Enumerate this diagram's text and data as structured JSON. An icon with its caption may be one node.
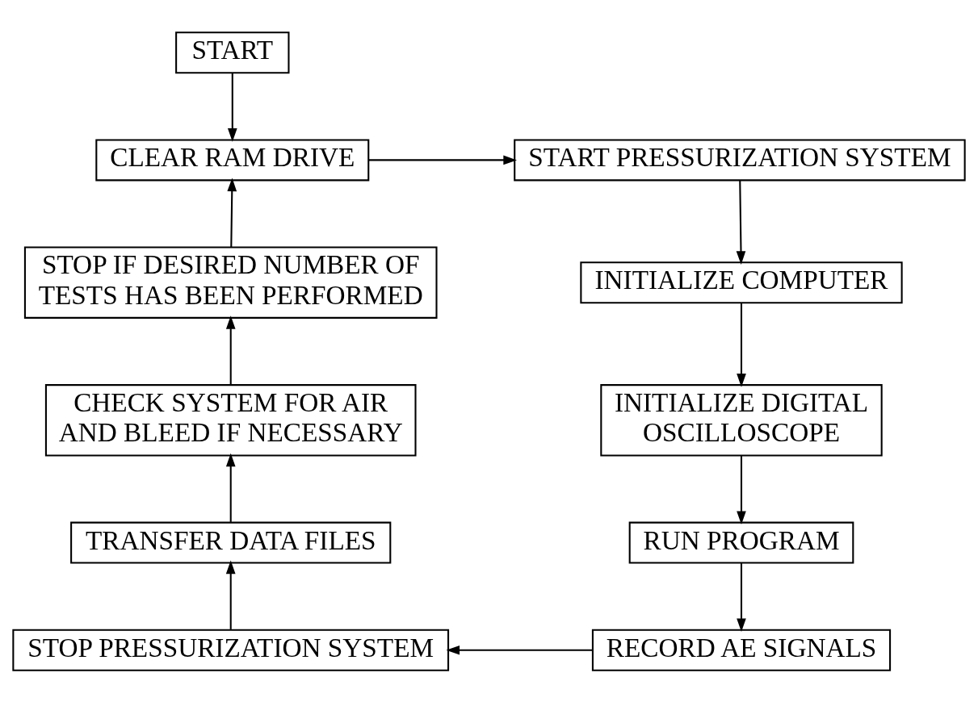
{
  "diagram": {
    "nodes": [
      {
        "text": [
          "START"
        ]
      },
      {
        "text": [
          "CLEAR RAM DRIVE"
        ]
      },
      {
        "text": [
          "START PRESSURIZATION SYSTEM"
        ]
      },
      {
        "text": [
          "INITIALIZE COMPUTER"
        ]
      },
      {
        "text": [
          "INITIALIZE DIGITAL OSCILLOSCOPE"
        ]
      },
      {
        "text": [
          "RUN PROGRAM"
        ]
      },
      {
        "text": [
          "RECORD AE SIGNALS"
        ]
      },
      {
        "text": [
          "STOP PRESSURIZATION SYSTEM"
        ]
      },
      {
        "text": [
          "TRANSFER DATA FILES"
        ]
      },
      {
        "text": [
          "CHECK SYSTEM FOR AIR AND BLEED IF NECESSARY"
        ]
      },
      {
        "text": [
          "STOP IF DESIRED NUMBER OF TESTS HAS BEEN PERFORMED"
        ]
      }
    ],
    "edges": [
      {
        "from": 0,
        "to": 1,
        "arrow": "to"
      },
      {
        "from": 1,
        "to": 2,
        "arrow": "to"
      },
      {
        "from": 2,
        "to": 3,
        "arrow": "to"
      },
      {
        "from": 3,
        "to": 4,
        "arrow": "to"
      },
      {
        "from": 4,
        "to": 5,
        "arrow": "to"
      },
      {
        "from": 5,
        "to": 6,
        "arrow": "to"
      },
      {
        "from": 6,
        "to": 7,
        "arrow": "to"
      },
      {
        "from": 7,
        "to": 8,
        "arrow": "to"
      },
      {
        "from": 8,
        "to": 9,
        "arrow": "to"
      },
      {
        "from": 9,
        "to": 10,
        "arrow": "to"
      },
      {
        "from": 10,
        "to": 1,
        "arrow": "to"
      }
    ]
  }
}
